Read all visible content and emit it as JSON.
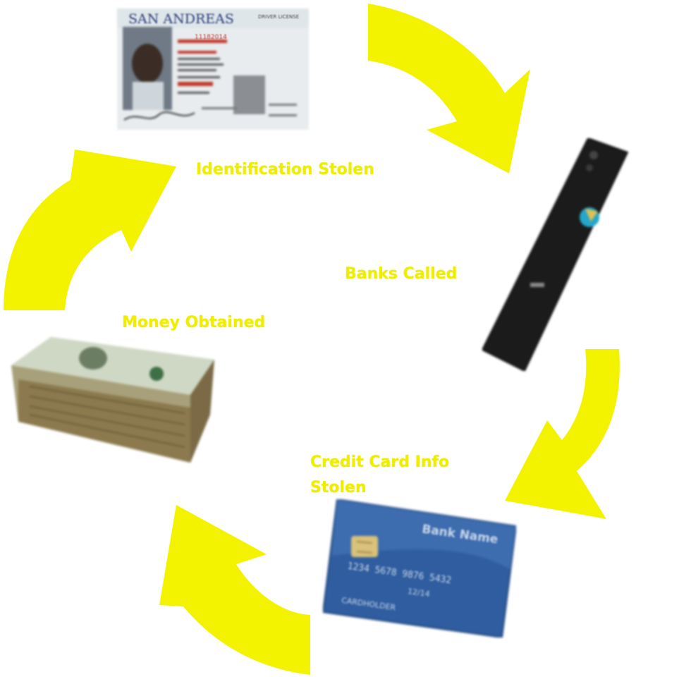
{
  "diagram": {
    "arrow_color": "#f3f300",
    "steps": [
      {
        "key": "id",
        "label": "Identification Stolen"
      },
      {
        "key": "phone",
        "label": "Banks Called"
      },
      {
        "key": "card",
        "label_line1": "Credit Card Info",
        "label_line2": "Stolen"
      },
      {
        "key": "cash",
        "label": "Money Obtained"
      }
    ]
  },
  "id_card": {
    "state": "SAN ANDREAS",
    "header_small": "DRIVER LICENSE",
    "number": "11182014"
  },
  "credit_card": {
    "bank_name": "Bank Name",
    "number": "1234 5678 9876 5432",
    "expiry": "12/14",
    "holder": "CARDHOLDER"
  }
}
